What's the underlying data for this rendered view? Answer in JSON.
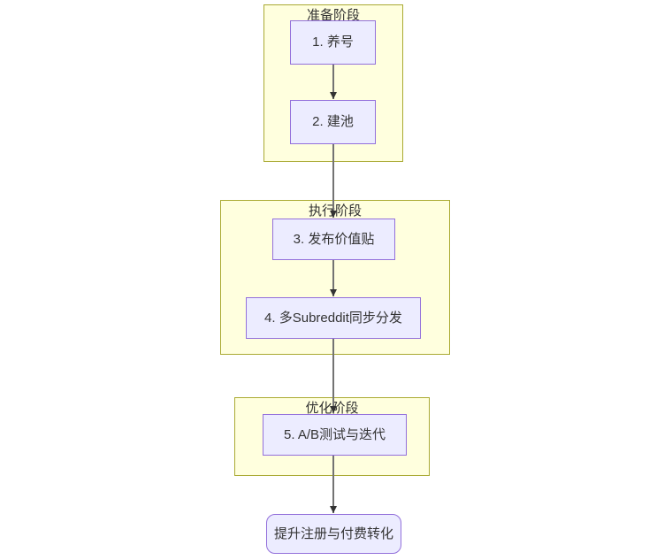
{
  "diagram": {
    "type": "flowchart",
    "direction": "top-down",
    "clusters": [
      {
        "title": "准备阶段",
        "node_labels": [
          "1. 养号",
          "2. 建池"
        ]
      },
      {
        "title": "执行阶段",
        "node_labels": [
          "3. 发布价值贴",
          "4. 多Subreddit同步分发"
        ]
      },
      {
        "title": "优化阶段",
        "node_labels": [
          "5. A/B测试与迭代"
        ]
      }
    ],
    "final_node": {
      "label": "提升注册与付费转化",
      "shape": "rounded-rect"
    },
    "edges": [
      {
        "from": "1. 养号",
        "to": "2. 建池"
      },
      {
        "from": "2. 建池",
        "to": "3. 发布价值贴"
      },
      {
        "from": "3. 发布价值贴",
        "to": "4. 多Subreddit同步分发"
      },
      {
        "from": "4. 多Subreddit同步分发",
        "to": "5. A/B测试与迭代"
      },
      {
        "from": "5. A/B测试与迭代",
        "to": "提升注册与付费转化"
      }
    ],
    "colors": {
      "canvas_bg": "#ffffff",
      "cluster_fill": "#ffffde",
      "cluster_border": "#aaaa33",
      "node_fill": "#ececff",
      "node_border": "#9370db",
      "text": "#333333",
      "edge_line": "#737373",
      "arrowhead": "#333333"
    }
  }
}
